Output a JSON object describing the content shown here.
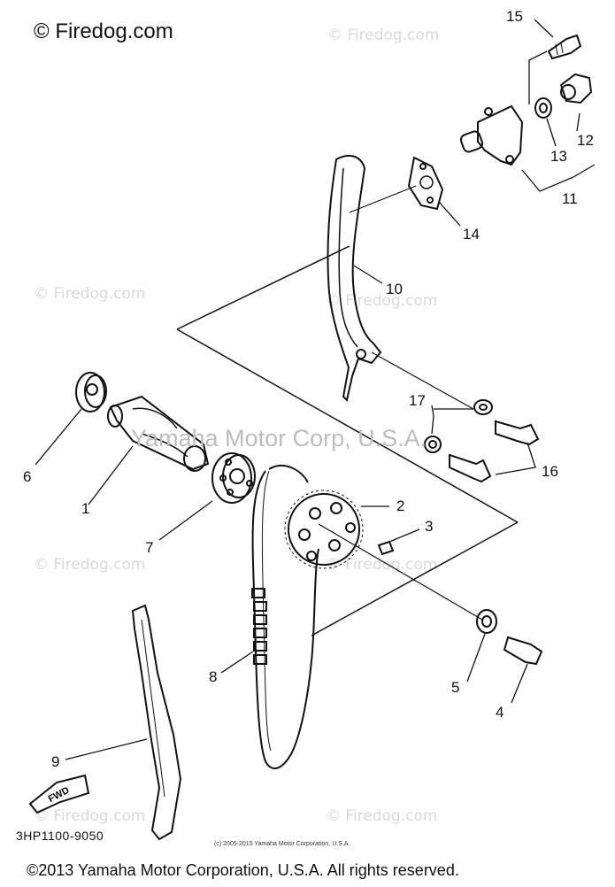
{
  "watermark_top": "© Firedog.com",
  "watermark_repeat": "© Firedog.com",
  "watermark_center": "Yamaha Motor Corp, U.S.A.",
  "callouts": {
    "p1": "1",
    "p2": "2",
    "p3": "3",
    "p4": "4",
    "p5": "5",
    "p6": "6",
    "p7": "7",
    "p8": "8",
    "p9": "9",
    "p10": "10",
    "p11": "11",
    "p12": "12",
    "p13": "13",
    "p14": "14",
    "p15": "15",
    "p16": "16",
    "p17": "17"
  },
  "fwd_label": "FWD",
  "diagram_code": "3HP1100-9050",
  "small_copyright": "(c) 2005-2015 Yamaha Motor Corporation, U.S.A.",
  "footer": "©2013 Yamaha Motor Corporation, U.S.A. All rights reserved."
}
